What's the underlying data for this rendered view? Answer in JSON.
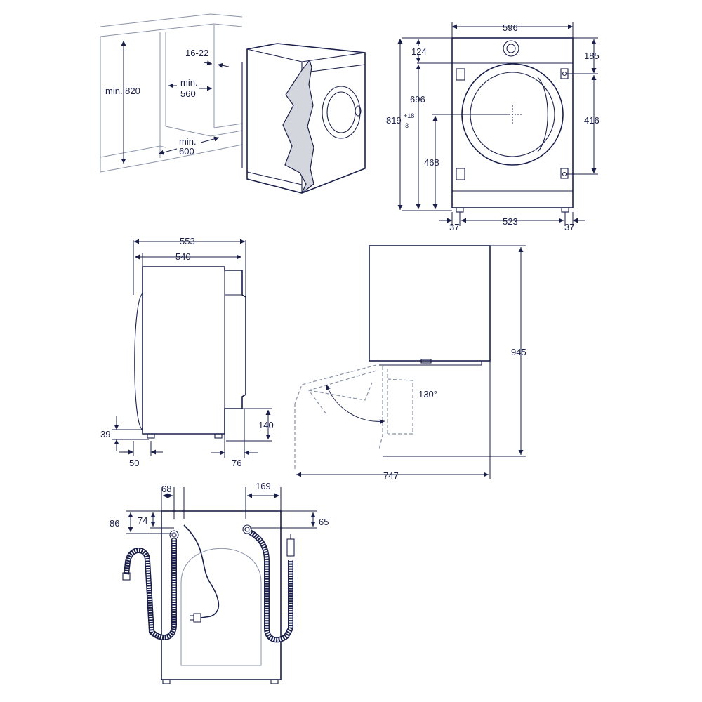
{
  "dimensions": {
    "niche": {
      "height": "min. 820",
      "depth_panel": "16-22",
      "width_line1": "min.",
      "width_line2": "560",
      "depth_line1": "min.",
      "depth_line2": "600"
    },
    "front": {
      "width": "596",
      "top_panel": "124",
      "knob_top": "185",
      "body": "696",
      "height_main": "819",
      "height_tol_plus": "+18",
      "height_tol_minus": "-3",
      "hinge": "416",
      "door_center": "468",
      "foot_left": "37",
      "foot_spacing": "523",
      "foot_right": "37"
    },
    "side": {
      "depth_total": "553",
      "depth_body": "540",
      "foot_height": "39",
      "foot_offset": "50",
      "rear_recess_height": "140",
      "rear_recess_depth": "76"
    },
    "door_swing": {
      "height": "945",
      "depth_open": "747",
      "angle": "130°"
    },
    "rear": {
      "left_offset": "68",
      "right_offset": "169",
      "left_outer": "86",
      "left_inner": "74",
      "right_height": "65"
    }
  }
}
